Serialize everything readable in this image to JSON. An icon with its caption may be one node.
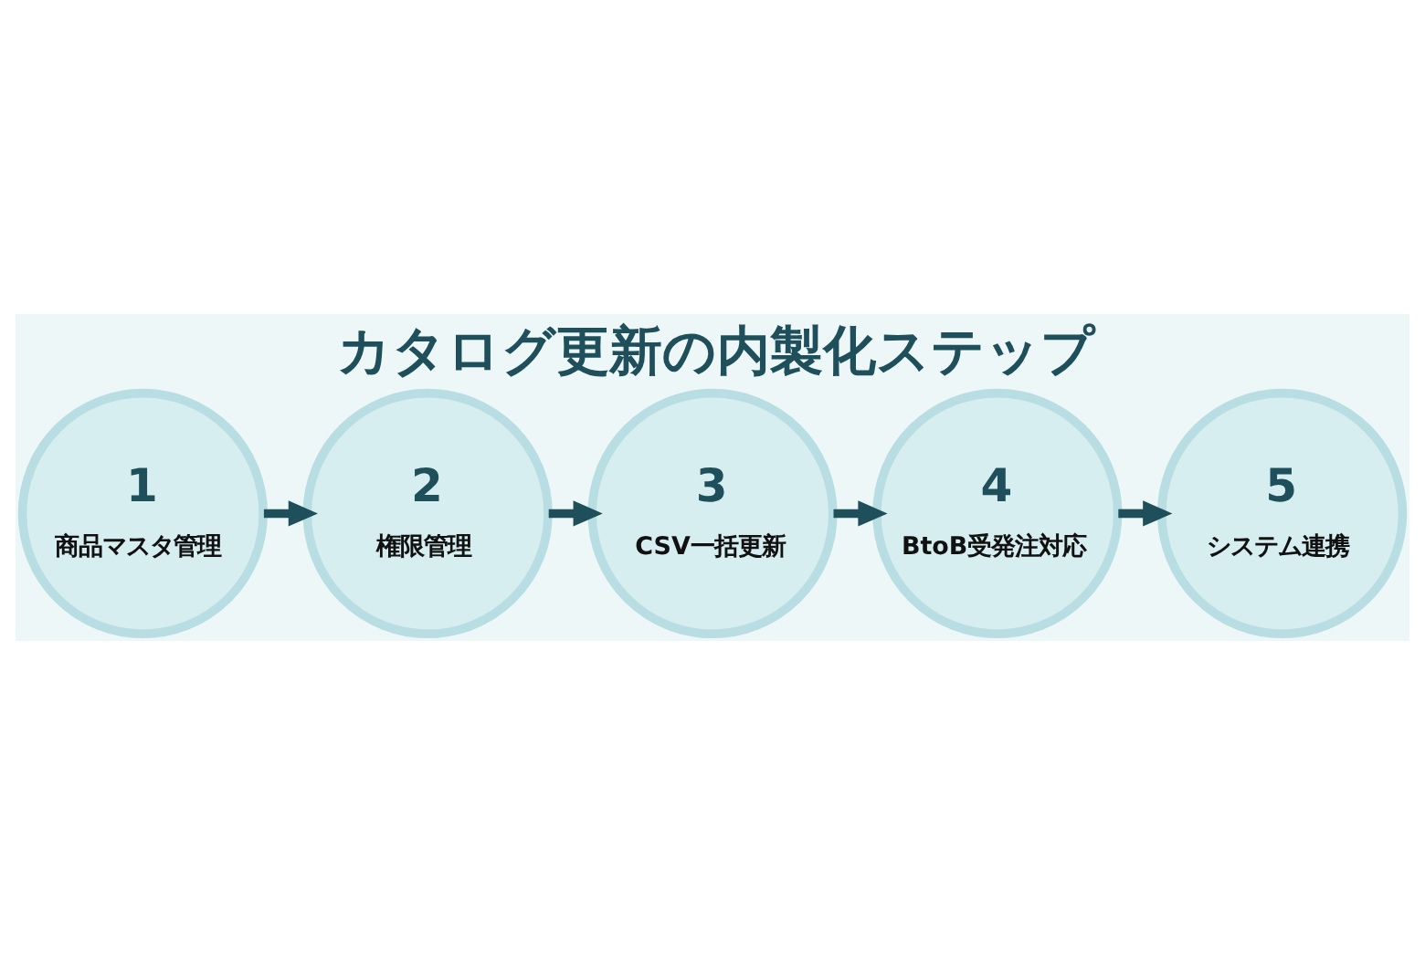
{
  "diagram": {
    "title": "カタログ更新の内製化ステップ",
    "nodes": [
      {
        "text": [
          "1",
          "商品マスタ管理"
        ]
      },
      {
        "text": [
          "2",
          "権限管理"
        ]
      },
      {
        "text": [
          "3",
          "CSV一括更新"
        ]
      },
      {
        "text": [
          "4",
          "BtoB受発注対応"
        ]
      },
      {
        "text": [
          "5",
          "システム連携"
        ]
      }
    ],
    "edges": [
      {
        "from": 0,
        "to": 1,
        "arrow": "to"
      },
      {
        "from": 1,
        "to": 2,
        "arrow": "to"
      },
      {
        "from": 2,
        "to": 3,
        "arrow": "to"
      },
      {
        "from": 3,
        "to": 4,
        "arrow": "to"
      }
    ]
  }
}
